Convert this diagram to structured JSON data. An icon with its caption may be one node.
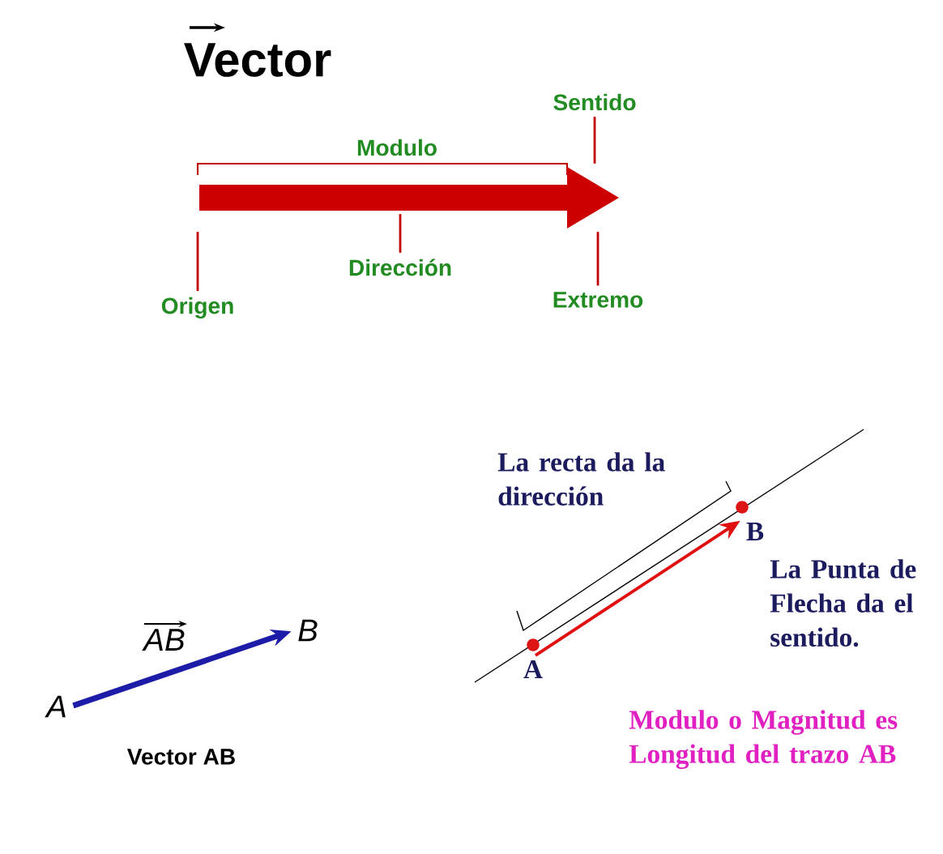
{
  "diagram": {
    "title": "Vector",
    "nodes": [
      {
        "text": [
          "Origen"
        ]
      },
      {
        "text": [
          "Dirección"
        ]
      },
      {
        "text": [
          "Extremo"
        ]
      },
      {
        "text": [
          "Sentido"
        ]
      },
      {
        "text": [],
        "shape": "arrow"
      },
      {
        "text": [
          "A"
        ]
      },
      {
        "text": [
          "B"
        ]
      },
      {
        "text": [
          "A"
        ]
      },
      {
        "text": [
          "B"
        ]
      }
    ],
    "edges": [
      {
        "from": 0,
        "to": 4,
        "arrow": "none",
        "color": "#c00000"
      },
      {
        "from": 1,
        "to": 4,
        "arrow": "none",
        "color": "#c00000"
      },
      {
        "from": 2,
        "to": 4,
        "arrow": "none",
        "color": "#c00000"
      },
      {
        "from": 3,
        "to": 4,
        "arrow": "none",
        "color": "#c00000"
      },
      {
        "from": 5,
        "to": 6,
        "arrow": "to",
        "label": "AB",
        "style": "thick",
        "color": "#1c1ca8"
      },
      {
        "from": 7,
        "to": 8,
        "arrow": "to",
        "color": "#e01010"
      }
    ],
    "labels": [
      "Modulo",
      "Vector AB",
      "La recta da la dirección",
      "La Punta de Flecha da el sentido.",
      "Modulo o Magnitud es Longitud del trazo AB"
    ]
  }
}
